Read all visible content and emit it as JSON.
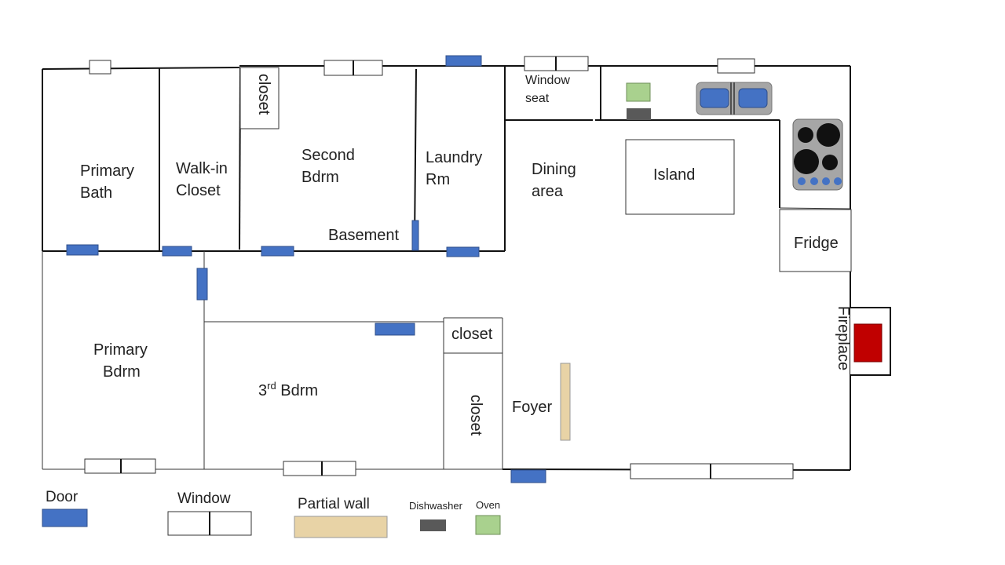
{
  "rooms": {
    "primary_bath": [
      "Primary",
      "Bath"
    ],
    "walkin_closet": [
      "Walk-in",
      "Closet"
    ],
    "top_closet": "closet",
    "second_bdrm": [
      "Second",
      "Bdrm"
    ],
    "laundry": [
      "Laundry",
      "Rm"
    ],
    "basement": "Basement",
    "window_seat": [
      "Window",
      "seat"
    ],
    "dining": [
      "Dining",
      "area"
    ],
    "island": "Island",
    "fridge": "Fridge",
    "fireplace": "Fireplace",
    "primary_bdrm": [
      "Primary",
      "Bdrm"
    ],
    "third_bdrm": "3",
    "third_bdrm_sup": "rd",
    "third_bdrm_rest": " Bdrm",
    "closet_upper": "closet",
    "closet_lower": "closet",
    "foyer": "Foyer"
  },
  "legend": {
    "door": "Door",
    "window": "Window",
    "partial_wall": "Partial wall",
    "dishwasher": "Dishwasher",
    "oven": "Oven"
  },
  "colors": {
    "door": "#4472c4",
    "partial_wall": "#e8d3a6",
    "dishwasher": "#595959",
    "oven": "#a9d18e",
    "fireplace": "#c00000",
    "appliance_gray": "#a6a6a6"
  },
  "icons": {
    "sink": "double-sink-icon",
    "stove": "stove-cooktop-icon"
  }
}
